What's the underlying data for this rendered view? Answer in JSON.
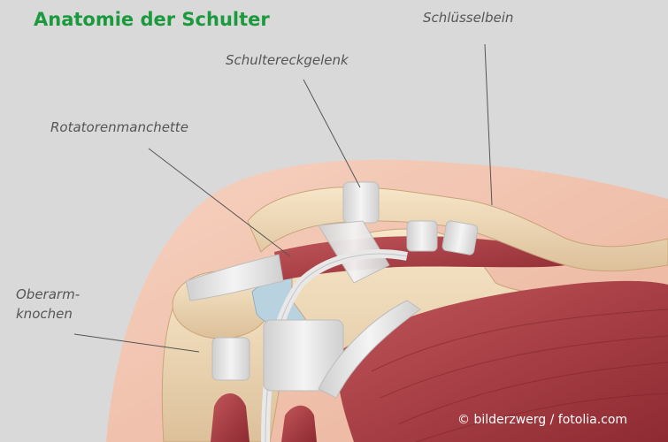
{
  "title": "Anatomie der Schulter",
  "labels": {
    "schluesselbein": "Schlüsselbein",
    "schultereckgelenk": "Schultereckgelenk",
    "rotatorenmanchette": "Rotatorenmanchette",
    "oberarm_line1": "Oberarm-",
    "oberarm_line2": "knochen"
  },
  "credit": "© bilderzwerg / fotolia.com",
  "colors": {
    "title": "#1a9a3c",
    "background": "#d9d9da",
    "skin": "#f1c3ae",
    "bone": "#efd9b6",
    "muscle": "#a8383e",
    "ligament": "#e6e6e6",
    "cartilage": "#b9d2e0"
  }
}
